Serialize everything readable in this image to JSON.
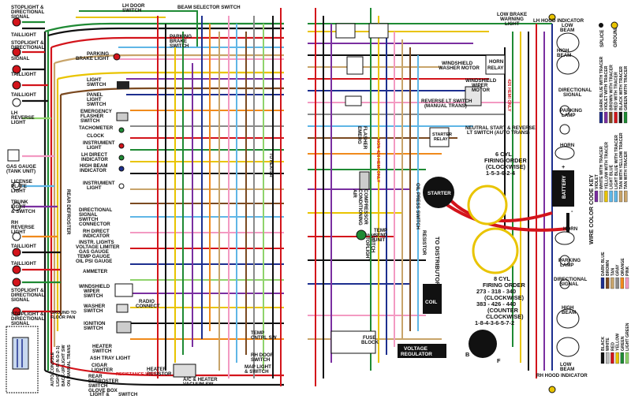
{
  "left_side": {
    "stoplight_directional_signal_top_1": "STOPLIGHT &",
    "stoplight_directional_signal_top_2": "DIRECTIONAL",
    "stoplight_directional_signal_top_3": "SIGNAL",
    "taillight_1": "TAILLIGHT",
    "stoplight_directional_signal_2_1": "STOPLIGHT &",
    "stoplight_directional_signal_2_2": "DIRECTIONAL",
    "stoplight_directional_signal_2_3": "SIGNAL",
    "taillight_2": "TAILLIGHT",
    "taillight_3": "TAILLIGHT",
    "lh_reverse_1": "LH",
    "lh_reverse_2": "REVERSE",
    "lh_reverse_3": "LIGHT",
    "gas_gauge_1": "GAS GAUGE",
    "gas_gauge_2": "(TANK UNIT)",
    "license_1": "LICENSE",
    "license_2": "PLATE",
    "license_3": "LIGHT",
    "trunk_1": "TRUNK",
    "trunk_2": "LIGHT",
    "trunk_3": "& SWITCH",
    "rh_reverse_1": "RH",
    "rh_reverse_2": "REVERSE",
    "rh_reverse_3": "LIGHT",
    "taillight_4": "TAILLIGHT",
    "taillight_5": "TAILLIGHT",
    "stoplight_bottom_1": "STOPLIGHT &",
    "stoplight_bottom_2": "DIRECTIONAL",
    "stoplight_bottom_3": "SIGNAL",
    "stoplight_bottom2_1": "STOPLIGHT &",
    "stoplight_bottom2_2": "DIRECTIONAL",
    "stoplight_bottom2_3": "SIGNAL",
    "rear_defroster": "REAR DEFROSTER",
    "auto_console_1": "AUTO CONSOLE",
    "auto_console_2": "LIGHT (P-R-N-D-2-1)",
    "back_up_1": "BACK-UP LIGHT SW",
    "back_up_2": "ON MANUAL TRANS"
  },
  "dash": {
    "lh_door_switch_1": "LH DOOR",
    "lh_door_switch_2": "SWITCH",
    "beam_selector": "BEAM SELECTOR SWITCH",
    "parking_brake_switch_1": "PARKING",
    "parking_brake_switch_2": "BRAKE",
    "parking_brake_switch_3": "SWITCH",
    "parking_brake_light_1": "PARKING",
    "parking_brake_light_2": "BRAKE LIGHT",
    "light_switch_1": "LIGHT",
    "light_switch_2": "SWITCH",
    "panel_light_1": "PANEL",
    "panel_light_2": "LIGHT",
    "panel_light_3": "SWITCH",
    "emergency_1": "EMERGENCY",
    "emergency_2": "FLASHER",
    "emergency_3": "SWITCH",
    "tachometer": "TACHOMETER",
    "clock": "CLOCK",
    "instrument_light_1": "INSTRUMENT",
    "instrument_light_2": "LIGHT",
    "lh_direct_1": "LH DIRECT",
    "lh_direct_2": "INDICATOR",
    "high_beam_1": "HIGH BEAM",
    "high_beam_2": "INDICATOR",
    "instrument_light2_1": "INSTRUMENT",
    "instrument_light2_2": "LIGHT",
    "directional_1": "DIRECTIONAL",
    "directional_2": "SIGNAL",
    "directional_3": "SWITCH",
    "directional_4": "CONNECTOR",
    "rh_direct_1": "RH DIRECT",
    "rh_direct_2": "INDICATOR",
    "instr_lights": "INSTR. LIGHTS",
    "voltage_limiter": "VOLTAGE LIMITER",
    "gas_gauge": "GAS GAUGE",
    "temp_gauge": "TEMP GAUGE",
    "oil_psi_gauge": "OIL PSI GAUGE",
    "ammeter": "AMMETER",
    "windshield_wiper_1": "WINDSHIELD",
    "windshield_wiper_2": "WIPER",
    "windshield_wiper_3": "SWITCH",
    "washer_switch_1": "WASHER",
    "washer_switch_2": "SWITCH",
    "ignition_switch_1": "IGNITION",
    "ignition_switch_2": "SWITCH",
    "heater_switch_1": "HEATER",
    "heater_switch_2": "SWITCH",
    "ash_tray": "ASH TRAY LIGHT",
    "cigar_1": "CIGAR",
    "cigar_2": "LIGHTER",
    "rear_defroster_sw_1": "REAR",
    "rear_defroster_sw_2": "DEFROSTER",
    "rear_defroster_sw_3": "SWITCH",
    "glove_box_1": "GLOVE BOX",
    "glove_box_2": "LIGHT &",
    "glove_box_3": "SWITCH",
    "radio_1": "RADIO",
    "radio_2": "CONNECT",
    "ground_1": "GROUND TO",
    "ground_2": "FLOOR PAN",
    "heater_resistor_1": "HEATER",
    "heater_resistor_2": "RESISTOR",
    "resistance_label": "RESISTANCE WIRE",
    "ac_heater_1": "A/C & HEATER",
    "ac_heater_2": "VACUUM SW",
    "temp_cntrl_1": "TEMP",
    "temp_cntrl_2": "CNTRL SW",
    "rh_door_1": "RH DOOR",
    "rh_door_2": "SWITCH",
    "map_light_1": "MAP LIGHT",
    "map_light_2": "& SWITCH",
    "to_heater": "TO HEATER"
  },
  "engine": {
    "low_brake_1": "LOW BRAKE",
    "low_brake_2": "WARNING",
    "low_brake_3": "LIGHT",
    "windshield_washer_1": "WINDSHIELD",
    "windshield_washer_2": "WASHER MOTOR",
    "windshield_motor_1": "WINDSHIELD",
    "windshield_motor_2": "WIPER",
    "windshield_motor_3": "MOTOR",
    "horn_relay_1": "HORN",
    "horn_relay_2": "RELAY",
    "hemi_only": "426 HEMI ONLY",
    "reverse_sw_1": "REVERSE LT SWITCH",
    "reverse_sw_2": "(MANUAL TRANS)",
    "neutral_1": "NEUTRAL START & REVERSE",
    "neutral_2": "LT SWITCH (AUTO TRANS)",
    "starter_relay_1": "STARTER",
    "starter_relay_2": "RELAY",
    "non_hemi": "NON 426 HEMI ONLY",
    "emerg_flasher_1": "EMERG",
    "emerg_flasher_2": "FLASHER",
    "air_comp_1": "AIR",
    "air_comp_2": "CONDITIONING",
    "air_comp_3": "COMPRESSOR",
    "oil_press": "OIL PRESS SWITCH",
    "starter": "STARTER",
    "temp_send_1": "TEMP",
    "temp_send_2": "SEND",
    "temp_send_3": "UNIT",
    "resistor": "RESISTOR",
    "stoplight_sw_1": "STOPLIGHT",
    "stoplight_sw_2": "SWITCH",
    "to_distributor": "TO DISTRIBUTOR",
    "coil": "COIL",
    "fuse_block_1": "FUSE",
    "fuse_block_2": "BLOCK",
    "voltage_regulator_1": "VOLTAGE",
    "voltage_regulator_2": "REGULATOR",
    "six_cyl_1": "6 CYL",
    "six_cyl_2": "FIRING ORDER",
    "six_cyl_3": "(CLOCKWISE)",
    "six_cyl_4": "1-5-3-6-2-4",
    "eight_cyl_1": "8 CYL",
    "eight_cyl_2": "FIRING ORDER",
    "eight_cyl_3": "273 - 318 - 340",
    "eight_cyl_4": "(CLOCKWISE)",
    "eight_cyl_5": "383 - 426 - 440",
    "eight_cyl_6": "(COUNTER",
    "eight_cyl_7": "CLOCKWISE)",
    "eight_cyl_8": "1-8-4-3-6-5-7-2",
    "battery": "BATTERY",
    "battery_plus": "+",
    "battery_minus": "-",
    "lh_hood_indicator": "LH HOOD INDICATOR",
    "rh_hood_indicator": "RH HOOD INDICATOR",
    "low_beam_top_1": "LOW",
    "low_beam_top_2": "BEAM",
    "high_beam_top_1": "HIGH",
    "high_beam_top_2": "BEAM",
    "directional_top_1": "DIRECTIONAL",
    "directional_top_2": "SIGNAL",
    "parking_lamp_top_1": "PARKING",
    "parking_lamp_top_2": "LAMP",
    "horn_top": "HORN",
    "horn_bottom": "HORN",
    "parking_lamp_bot_1": "PARKING",
    "parking_lamp_bot_2": "LAMP",
    "directional_bot_1": "DIRECTIONAL",
    "directional_bot_2": "SIGNAL",
    "high_beam_bot_1": "HIGH",
    "high_beam_bot_2": "BEAM",
    "low_beam_bot_1": "LOW",
    "low_beam_bot_2": "BEAM",
    "dist_B": "B",
    "dist_F": "F"
  },
  "legend": {
    "splice": "SPLICE",
    "ground": "GROUND",
    "title": "WIRE COLOR CODE KEY",
    "tracer_entries": [
      {
        "label": "DARK BLUE WITH TRACER",
        "color": "#1d2f8f"
      },
      {
        "label": "VIOLET WITH TRACER",
        "color": "#7a2fa0"
      },
      {
        "label": "BROWN WITH TRACER",
        "color": "#7b4a21"
      },
      {
        "label": "RED WITH TRACER",
        "color": "#d3141b"
      },
      {
        "label": "BLACK WITH TRACER",
        "color": "#111111"
      },
      {
        "label": "GREEN WITH TRACER",
        "color": "#1f8a34"
      }
    ],
    "tracer_entries_2": [
      {
        "label": "VIOLET",
        "color": "#7a2fa0"
      },
      {
        "label": "WHITE WITH TRACER",
        "color": "#bbbbbb"
      },
      {
        "label": "YELLOW WITH TRACER",
        "color": "#e9c400"
      },
      {
        "label": "LIGHT BLUE",
        "color": "#5fb6e6"
      },
      {
        "label": "LIGHT BLUE WITH TRACER",
        "color": "#5fb6e6"
      },
      {
        "label": "TAN WITH YELLOW TRACER",
        "color": "#c8a46a"
      },
      {
        "label": "TAN WITH TRACER",
        "color": "#c8a46a"
      }
    ],
    "solid_entries_1": [
      {
        "label": "DARK BLUE",
        "color": "#1d2f8f"
      },
      {
        "label": "BROWN",
        "color": "#7b4a21"
      },
      {
        "label": "TAN",
        "color": "#c8a46a"
      },
      {
        "label": "GRAY",
        "color": "#8a8a8a"
      },
      {
        "label": "ORANGE",
        "color": "#f08a1c"
      },
      {
        "label": "PINK",
        "color": "#f39ac2"
      }
    ],
    "solid_entries_2": [
      {
        "label": "BLACK",
        "color": "#111111"
      },
      {
        "label": "WHITE",
        "color": "#bbbbbb"
      },
      {
        "label": "RED",
        "color": "#d3141b"
      },
      {
        "label": "YELLOW",
        "color": "#e9c400"
      },
      {
        "label": "GREEN",
        "color": "#1f8a34"
      },
      {
        "label": "LIGHT GREEN",
        "color": "#8fd36c"
      }
    ]
  },
  "colors": {
    "red": "#d3141b",
    "black": "#111111",
    "yellow": "#e9c400",
    "green": "#1f8a34",
    "dark_blue": "#1d2f8f",
    "light_blue": "#5fb6e6",
    "violet": "#7a2fa0",
    "brown": "#7b4a21",
    "tan": "#c8a46a",
    "gray": "#8a8a8a",
    "orange": "#f08a1c",
    "pink": "#f39ac2",
    "light_green": "#8fd36c"
  }
}
